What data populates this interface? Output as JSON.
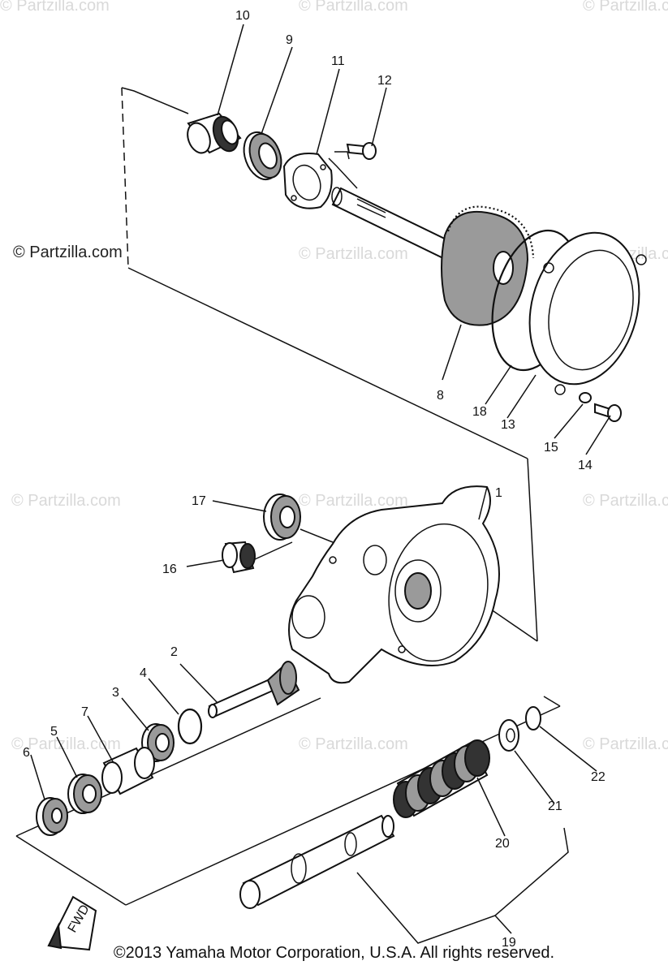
{
  "watermarks": {
    "text": "© Partzilla.com",
    "dark_text": "© Partzilla.com"
  },
  "copyright": "©2013 Yamaha Motor Corporation, U.S.A. All rights reserved.",
  "callouts": [
    "1",
    "2",
    "3",
    "4",
    "5",
    "6",
    "7",
    "8",
    "9",
    "10",
    "11",
    "12",
    "13",
    "14",
    "15",
    "16",
    "17",
    "18",
    "19",
    "20",
    "21",
    "22"
  ],
  "fwd_mark": "FWD"
}
